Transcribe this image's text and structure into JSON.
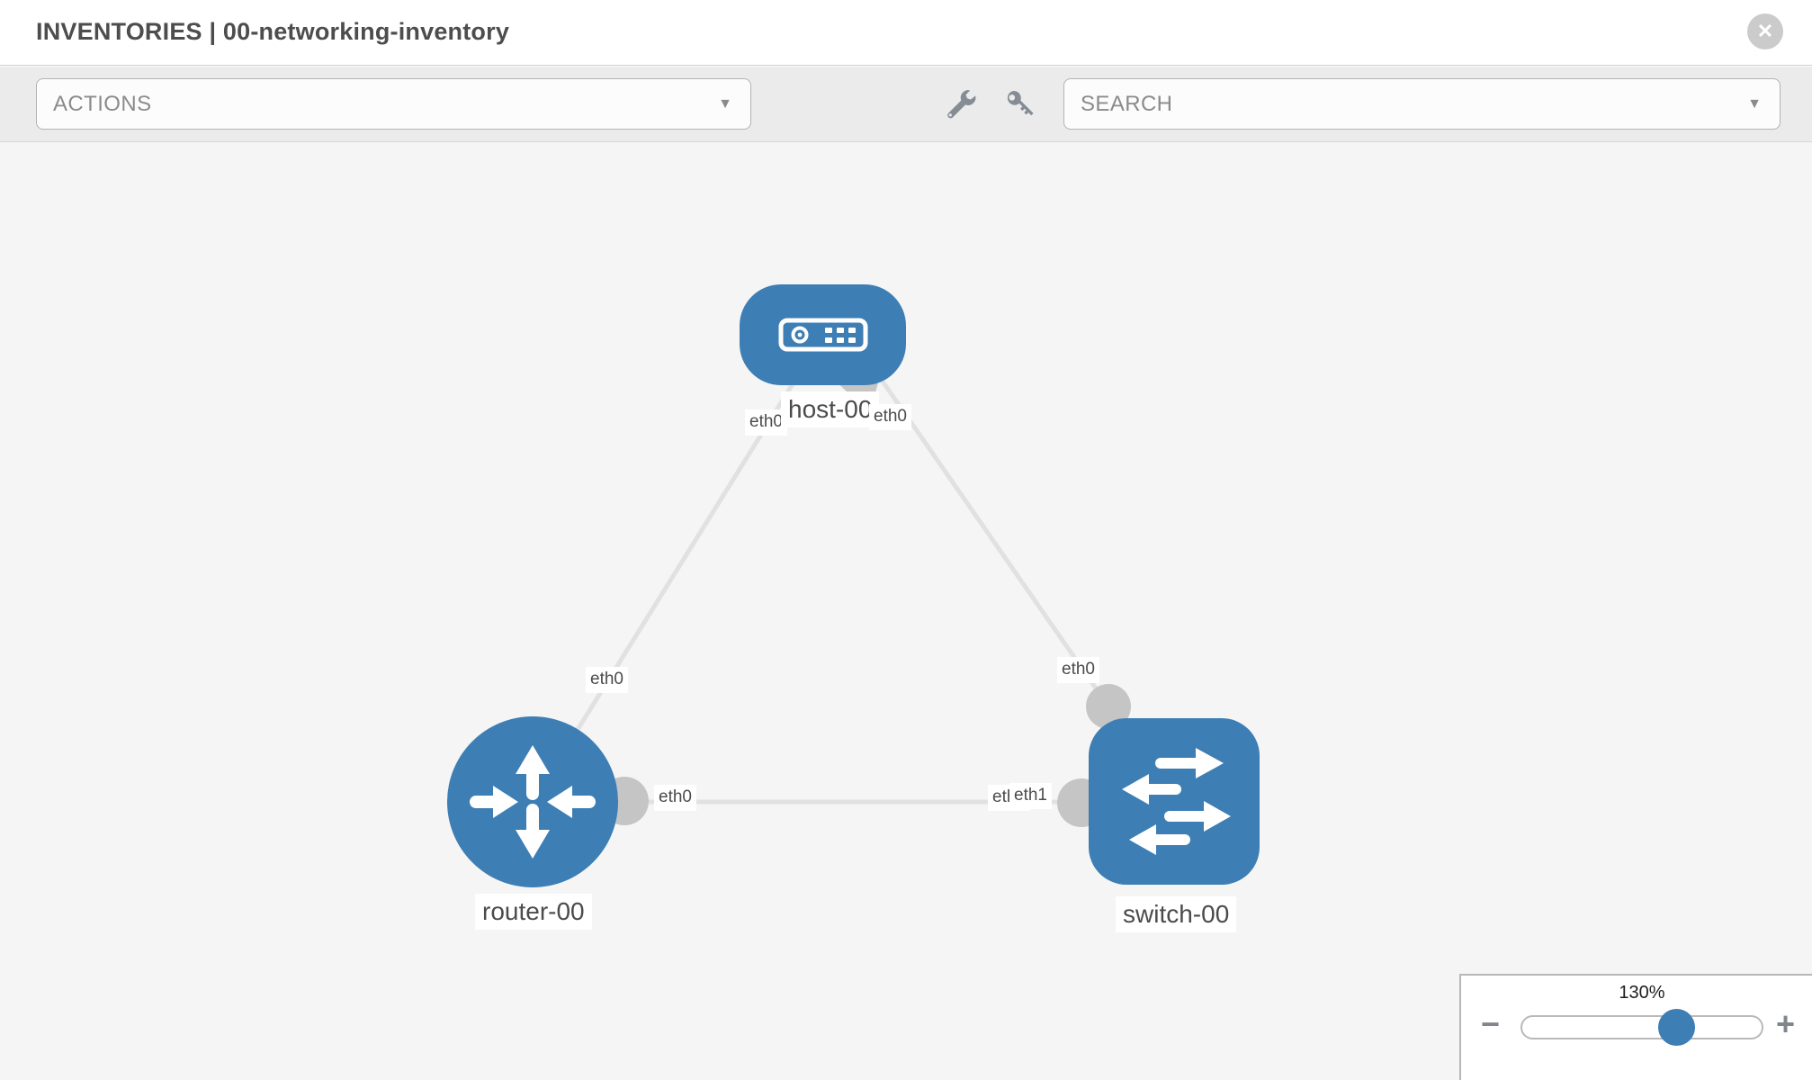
{
  "header": {
    "title": "INVENTORIES | 00-networking-inventory"
  },
  "toolbar": {
    "actions_label": "ACTIONS",
    "search_placeholder": "SEARCH"
  },
  "icons": {
    "caret_down": "▼",
    "close": "✕",
    "minus": "−",
    "plus": "+",
    "wrench": "wrench-icon",
    "key": "key-icon"
  },
  "topology": {
    "nodes": [
      {
        "id": "host-00",
        "type": "host",
        "label": "host-00"
      },
      {
        "id": "router-00",
        "type": "router",
        "label": "router-00"
      },
      {
        "id": "switch-00",
        "type": "switch",
        "label": "switch-00"
      }
    ],
    "links": [
      {
        "source": "host-00",
        "target": "router-00",
        "source_interface": "eth0",
        "target_interface": "eth0"
      },
      {
        "source": "host-00",
        "target": "switch-00",
        "source_interface": "eth0",
        "target_interface": "eth0"
      },
      {
        "source": "router-00",
        "target": "switch-00",
        "source_interface": "eth0",
        "target_interface": "eth1"
      }
    ],
    "interface_labels": {
      "host_router_at_host": "eth0",
      "host_router_at_router": "eth0",
      "host_switch_at_host": "eth0",
      "host_switch_at_switch": "eth0",
      "router_switch_at_router": "eth0",
      "router_switch_at_switch_under": "eth0",
      "router_switch_at_switch": "eth1"
    }
  },
  "zoom_control": {
    "level": "130%"
  },
  "colors": {
    "node_blue": "#3d7eb5",
    "link_gray": "#e1e1e1",
    "connector_gray": "#c5c5c5",
    "toolbar_bg": "#ebebeb",
    "canvas_bg": "#f5f5f5",
    "icon_gray": "#858c96"
  }
}
